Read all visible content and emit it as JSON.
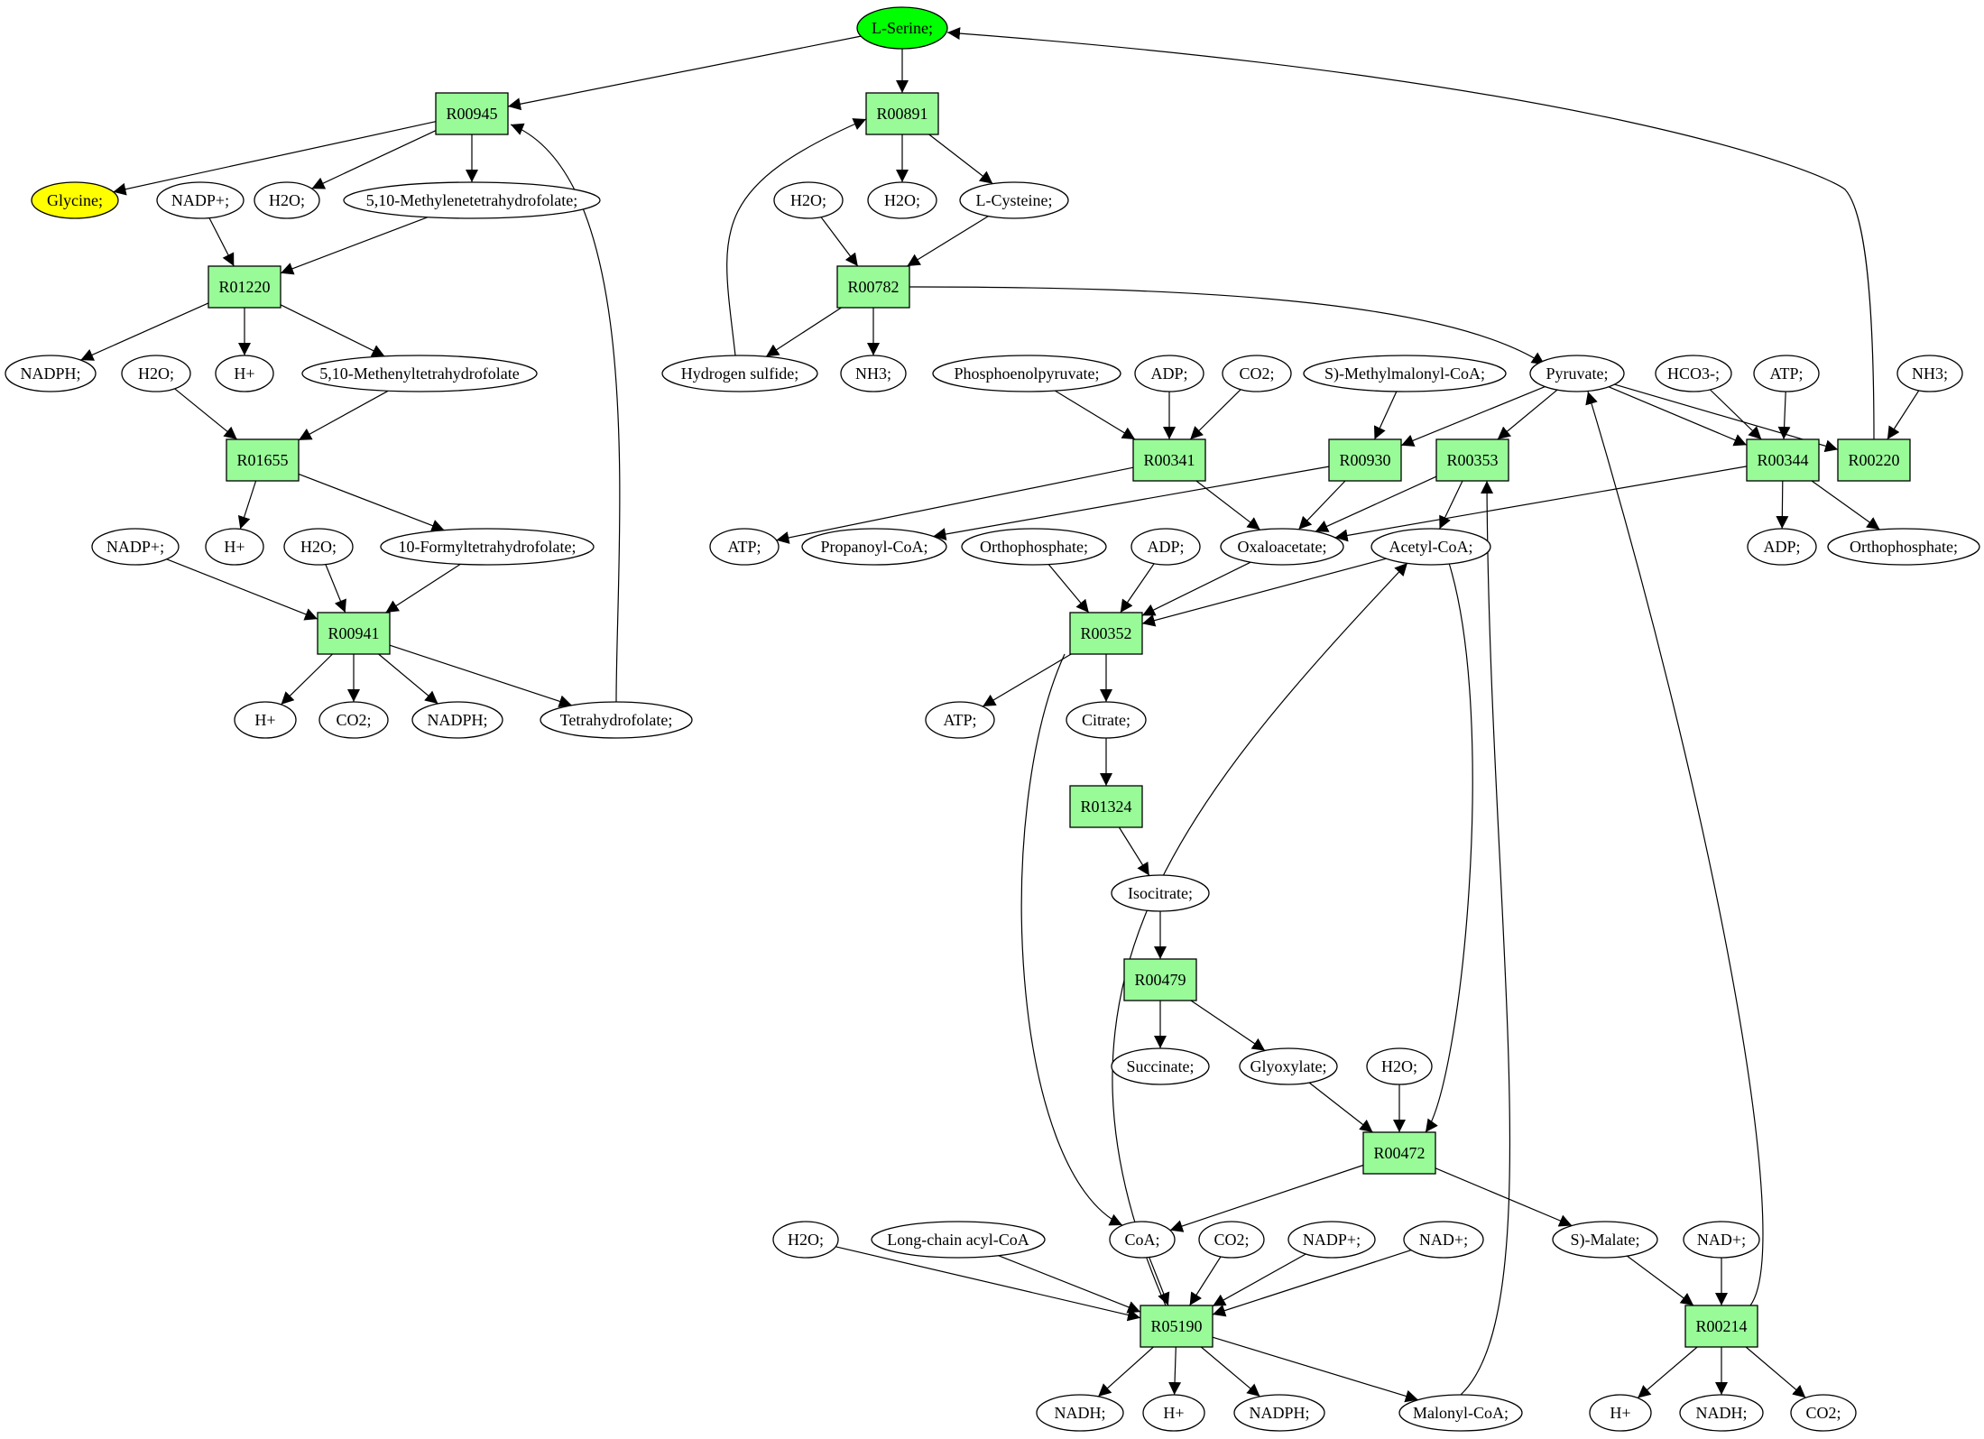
{
  "colors": {
    "reaction_fill": "#98fb98",
    "compound_fill": "#ffffff",
    "start_fill": "#00ff00",
    "target_fill": "#ffff00",
    "line": "#000000"
  },
  "nodes": [
    {
      "id": "LSerine",
      "type": "compound",
      "label": "L-Serine;",
      "fill": "#00ff00"
    },
    {
      "id": "R00945",
      "type": "reaction",
      "label": "R00945"
    },
    {
      "id": "R00891",
      "type": "reaction",
      "label": "R00891"
    },
    {
      "id": "Glycine",
      "type": "compound",
      "label": "Glycine;",
      "fill": "#ffff00"
    },
    {
      "id": "NADPp_1",
      "type": "compound",
      "label": "NADP+;"
    },
    {
      "id": "H2O_1",
      "type": "compound",
      "label": "H2O;"
    },
    {
      "id": "MTHF",
      "type": "compound",
      "label": "5,10-Methylenetetrahydrofolate;"
    },
    {
      "id": "H2O_2",
      "type": "compound",
      "label": "H2O;"
    },
    {
      "id": "H2O_3",
      "type": "compound",
      "label": "H2O;"
    },
    {
      "id": "LCys",
      "type": "compound",
      "label": "L-Cysteine;"
    },
    {
      "id": "R01220",
      "type": "reaction",
      "label": "R01220"
    },
    {
      "id": "R00782",
      "type": "reaction",
      "label": "R00782"
    },
    {
      "id": "NADPH_1",
      "type": "compound",
      "label": "NADPH;"
    },
    {
      "id": "H2O_4",
      "type": "compound",
      "label": "H2O;"
    },
    {
      "id": "Hp_1",
      "type": "compound",
      "label": "H+"
    },
    {
      "id": "Methenyl",
      "type": "compound",
      "label": "5,10-Methenyltetrahydrofolate"
    },
    {
      "id": "H2S",
      "type": "compound",
      "label": "Hydrogen sulfide;"
    },
    {
      "id": "NH3_1",
      "type": "compound",
      "label": "NH3;"
    },
    {
      "id": "PEP",
      "type": "compound",
      "label": "Phosphoenolpyruvate;"
    },
    {
      "id": "ADP_1",
      "type": "compound",
      "label": "ADP;"
    },
    {
      "id": "CO2_1",
      "type": "compound",
      "label": "CO2;"
    },
    {
      "id": "SMM",
      "type": "compound",
      "label": "S)-Methylmalonyl-CoA;"
    },
    {
      "id": "Pyruvate",
      "type": "compound",
      "label": "Pyruvate;"
    },
    {
      "id": "HCO3",
      "type": "compound",
      "label": "HCO3-;"
    },
    {
      "id": "ATP_1",
      "type": "compound",
      "label": "ATP;"
    },
    {
      "id": "NH3_2",
      "type": "compound",
      "label": "NH3;"
    },
    {
      "id": "R01655",
      "type": "reaction",
      "label": "R01655"
    },
    {
      "id": "R00341",
      "type": "reaction",
      "label": "R00341"
    },
    {
      "id": "R00930",
      "type": "reaction",
      "label": "R00930"
    },
    {
      "id": "R00353",
      "type": "reaction",
      "label": "R00353"
    },
    {
      "id": "R00344",
      "type": "reaction",
      "label": "R00344"
    },
    {
      "id": "R00220",
      "type": "reaction",
      "label": "R00220"
    },
    {
      "id": "NADPp_2",
      "type": "compound",
      "label": "NADP+;"
    },
    {
      "id": "Hp_2",
      "type": "compound",
      "label": "H+"
    },
    {
      "id": "H2O_5",
      "type": "compound",
      "label": "H2O;"
    },
    {
      "id": "Formyl",
      "type": "compound",
      "label": "10-Formyltetrahydrofolate;"
    },
    {
      "id": "ATP_2",
      "type": "compound",
      "label": "ATP;"
    },
    {
      "id": "PropCoA",
      "type": "compound",
      "label": "Propanoyl-CoA;"
    },
    {
      "id": "Ortho_1",
      "type": "compound",
      "label": "Orthophosphate;"
    },
    {
      "id": "ADP_2",
      "type": "compound",
      "label": "ADP;"
    },
    {
      "id": "OAA",
      "type": "compound",
      "label": "Oxaloacetate;"
    },
    {
      "id": "AcCoA",
      "type": "compound",
      "label": "Acetyl-CoA;"
    },
    {
      "id": "ADP_3",
      "type": "compound",
      "label": "ADP;"
    },
    {
      "id": "Ortho_2",
      "type": "compound",
      "label": "Orthophosphate;"
    },
    {
      "id": "R00941",
      "type": "reaction",
      "label": "R00941"
    },
    {
      "id": "R00352",
      "type": "reaction",
      "label": "R00352"
    },
    {
      "id": "Hp_3",
      "type": "compound",
      "label": "H+"
    },
    {
      "id": "CO2_2",
      "type": "compound",
      "label": "CO2;"
    },
    {
      "id": "NADPH_2",
      "type": "compound",
      "label": "NADPH;"
    },
    {
      "id": "THF",
      "type": "compound",
      "label": "Tetrahydrofolate;"
    },
    {
      "id": "ATP_3",
      "type": "compound",
      "label": "ATP;"
    },
    {
      "id": "Citrate",
      "type": "compound",
      "label": "Citrate;"
    },
    {
      "id": "R01324",
      "type": "reaction",
      "label": "R01324"
    },
    {
      "id": "Isocitrate",
      "type": "compound",
      "label": "Isocitrate;"
    },
    {
      "id": "R00479",
      "type": "reaction",
      "label": "R00479"
    },
    {
      "id": "Succinate",
      "type": "compound",
      "label": "Succinate;"
    },
    {
      "id": "Glyoxylate",
      "type": "compound",
      "label": "Glyoxylate;"
    },
    {
      "id": "H2O_6",
      "type": "compound",
      "label": "H2O;"
    },
    {
      "id": "R00472",
      "type": "reaction",
      "label": "R00472"
    },
    {
      "id": "H2O_7",
      "type": "compound",
      "label": "H2O;"
    },
    {
      "id": "LCAcyl",
      "type": "compound",
      "label": "Long-chain acyl-CoA"
    },
    {
      "id": "CoA",
      "type": "compound",
      "label": "CoA;"
    },
    {
      "id": "CO2_3",
      "type": "compound",
      "label": "CO2;"
    },
    {
      "id": "NADPp_3",
      "type": "compound",
      "label": "NADP+;"
    },
    {
      "id": "NADp_1",
      "type": "compound",
      "label": "NAD+;"
    },
    {
      "id": "SMalate",
      "type": "compound",
      "label": "S)-Malate;"
    },
    {
      "id": "NADp_2",
      "type": "compound",
      "label": "NAD+;"
    },
    {
      "id": "R05190",
      "type": "reaction",
      "label": "R05190"
    },
    {
      "id": "R00214",
      "type": "reaction",
      "label": "R00214"
    },
    {
      "id": "NADH_1",
      "type": "compound",
      "label": "NADH;"
    },
    {
      "id": "Hp_4",
      "type": "compound",
      "label": "H+"
    },
    {
      "id": "NADPH_3",
      "type": "compound",
      "label": "NADPH;"
    },
    {
      "id": "MalCoA",
      "type": "compound",
      "label": "Malonyl-CoA;"
    },
    {
      "id": "Hp_5",
      "type": "compound",
      "label": "H+"
    },
    {
      "id": "NADH_2",
      "type": "compound",
      "label": "NADH;"
    },
    {
      "id": "CO2_4",
      "type": "compound",
      "label": "CO2;"
    }
  ],
  "edges": [
    [
      "LSerine",
      "R00945"
    ],
    [
      "LSerine",
      "R00891"
    ],
    [
      "R00945",
      "Glycine"
    ],
    [
      "R00945",
      "H2O_1"
    ],
    [
      "R00945",
      "MTHF"
    ],
    [
      "R00891",
      "H2O_3"
    ],
    [
      "R00891",
      "LCys"
    ],
    [
      "NADPp_1",
      "R01220"
    ],
    [
      "MTHF",
      "R01220"
    ],
    [
      "H2O_2",
      "R00782"
    ],
    [
      "LCys",
      "R00782"
    ],
    [
      "R01220",
      "NADPH_1"
    ],
    [
      "R01220",
      "Hp_1"
    ],
    [
      "R01220",
      "Methenyl"
    ],
    [
      "R00782",
      "H2S"
    ],
    [
      "R00782",
      "NH3_1"
    ],
    [
      "R00782",
      "Pyruvate"
    ],
    [
      "H2S",
      "R00891"
    ],
    [
      "H2O_4",
      "R01655"
    ],
    [
      "Methenyl",
      "R01655"
    ],
    [
      "PEP",
      "R00341"
    ],
    [
      "ADP_1",
      "R00341"
    ],
    [
      "CO2_1",
      "R00341"
    ],
    [
      "SMM",
      "R00930"
    ],
    [
      "Pyruvate",
      "R00930"
    ],
    [
      "Pyruvate",
      "R00353"
    ],
    [
      "Pyruvate",
      "R00344"
    ],
    [
      "Pyruvate",
      "R00220"
    ],
    [
      "HCO3",
      "R00344"
    ],
    [
      "ATP_1",
      "R00344"
    ],
    [
      "NH3_2",
      "R00220"
    ],
    [
      "R00220",
      "LSerine"
    ],
    [
      "R01655",
      "Hp_2"
    ],
    [
      "R01655",
      "Formyl"
    ],
    [
      "R00341",
      "ATP_2"
    ],
    [
      "R00341",
      "OAA"
    ],
    [
      "R00930",
      "PropCoA"
    ],
    [
      "R00930",
      "OAA"
    ],
    [
      "R00353",
      "OAA"
    ],
    [
      "R00353",
      "AcCoA"
    ],
    [
      "R00344",
      "OAA"
    ],
    [
      "R00344",
      "ADP_3"
    ],
    [
      "R00344",
      "Ortho_2"
    ],
    [
      "NADPp_2",
      "R00941"
    ],
    [
      "H2O_5",
      "R00941"
    ],
    [
      "Formyl",
      "R00941"
    ],
    [
      "Ortho_1",
      "R00352"
    ],
    [
      "ADP_2",
      "R00352"
    ],
    [
      "OAA",
      "R00352"
    ],
    [
      "AcCoA",
      "R00352"
    ],
    [
      "R00941",
      "Hp_3"
    ],
    [
      "R00941",
      "CO2_2"
    ],
    [
      "R00941",
      "NADPH_2"
    ],
    [
      "R00941",
      "THF"
    ],
    [
      "THF",
      "R00945"
    ],
    [
      "R00352",
      "ATP_3"
    ],
    [
      "R00352",
      "Citrate"
    ],
    [
      "R00352",
      "CoA"
    ],
    [
      "Citrate",
      "R01324"
    ],
    [
      "R01324",
      "Isocitrate"
    ],
    [
      "Isocitrate",
      "R00479"
    ],
    [
      "R00479",
      "Succinate"
    ],
    [
      "R00479",
      "Glyoxylate"
    ],
    [
      "Glyoxylate",
      "R00472"
    ],
    [
      "H2O_6",
      "R00472"
    ],
    [
      "AcCoA",
      "R00472"
    ],
    [
      "R00472",
      "CoA"
    ],
    [
      "R00472",
      "SMalate"
    ],
    [
      "H2O_7",
      "R05190"
    ],
    [
      "LCAcyl",
      "R05190"
    ],
    [
      "CoA",
      "R05190"
    ],
    [
      "CO2_3",
      "R05190"
    ],
    [
      "NADPp_3",
      "R05190"
    ],
    [
      "NADp_1",
      "R05190"
    ],
    [
      "R05190",
      "AcCoA"
    ],
    [
      "SMalate",
      "R00214"
    ],
    [
      "NADp_2",
      "R00214"
    ],
    [
      "R05190",
      "NADH_1"
    ],
    [
      "R05190",
      "Hp_4"
    ],
    [
      "R05190",
      "NADPH_3"
    ],
    [
      "R05190",
      "MalCoA"
    ],
    [
      "MalCoA",
      "R00353"
    ],
    [
      "R00214",
      "Hp_5"
    ],
    [
      "R00214",
      "NADH_2"
    ],
    [
      "R00214",
      "CO2_4"
    ],
    [
      "R00214",
      "Pyruvate"
    ]
  ]
}
